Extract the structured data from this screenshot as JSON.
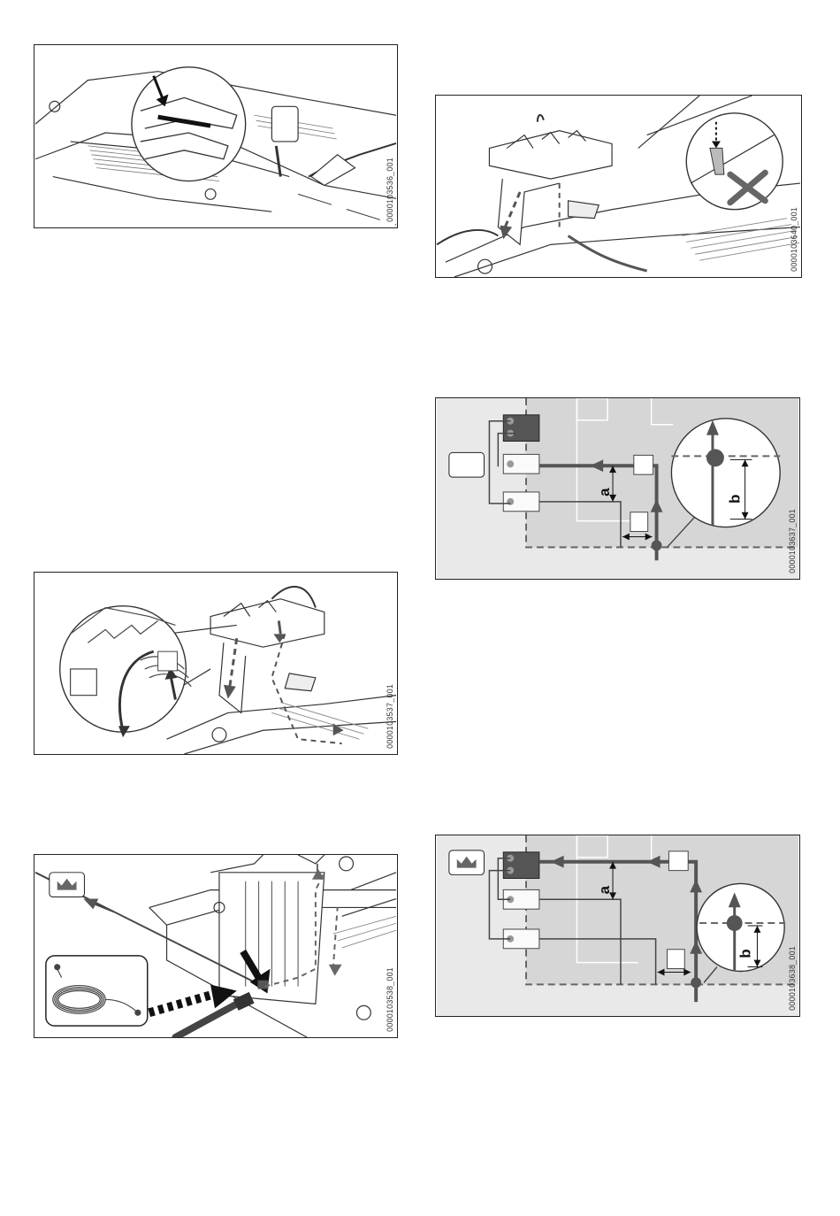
{
  "figures": [
    {
      "id": "0000103536_001"
    },
    {
      "id": "0000103640_001"
    },
    {
      "id": "0000103637_001",
      "label_a": "a",
      "label_b": "b"
    },
    {
      "id": "0000103537_001"
    },
    {
      "id": "0000103538_001"
    },
    {
      "id": "0000103638_001",
      "label_a": "a",
      "label_b": "b"
    }
  ],
  "colors": {
    "line": "#555555",
    "zone": "#d6d6d6",
    "outside": "#e9e9e9",
    "ink": "#222222"
  }
}
